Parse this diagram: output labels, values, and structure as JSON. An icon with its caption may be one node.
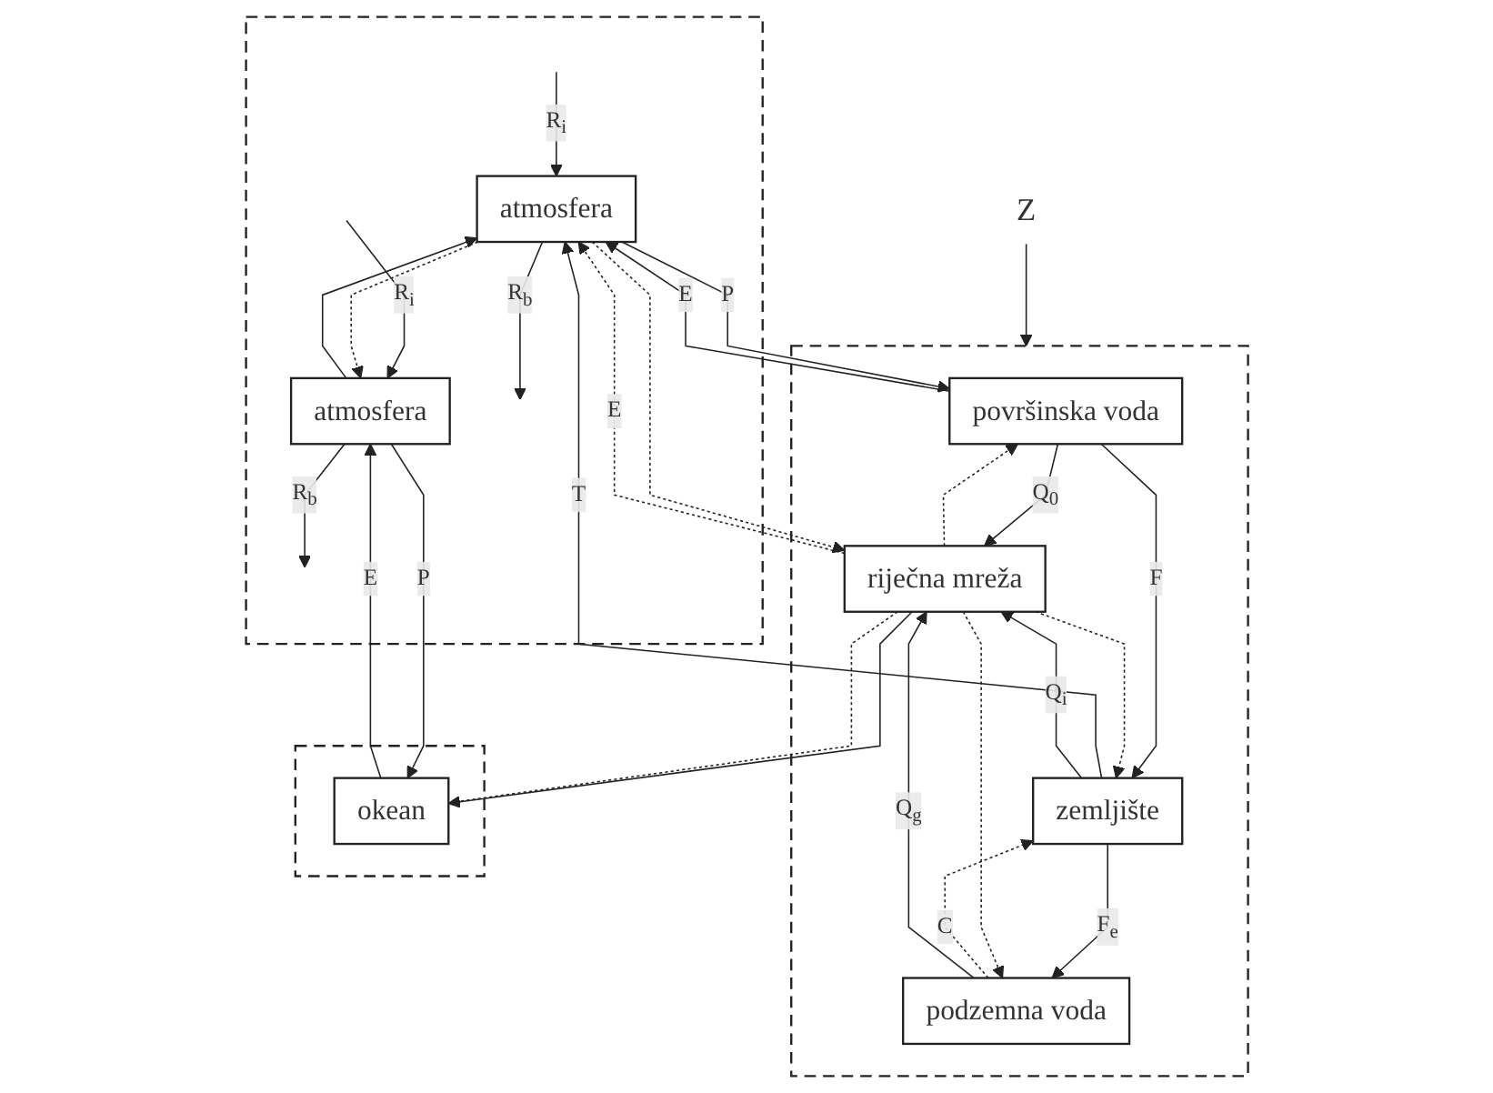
{
  "diagram": {
    "nodes": [
      {
        "text": [],
        "shape": "box"
      },
      {
        "text": [
          "atmosfera"
        ],
        "in": 0
      },
      {
        "text": [
          "atmosfera"
        ],
        "in": 0
      },
      {
        "text": [],
        "shape": "box"
      },
      {
        "text": [
          "površinska voda"
        ],
        "in": 3
      },
      {
        "text": [
          "zemljište"
        ],
        "in": 3
      },
      {
        "text": [
          "podzemna voda"
        ],
        "in": 3
      },
      {
        "text": [
          "riječna mreža"
        ],
        "in": 3
      },
      {
        "text": [],
        "shape": "box"
      },
      {
        "text": [
          "okean"
        ],
        "in": 8
      },
      {
        "text": [
          "Z"
        ]
      }
    ],
    "edges": [
      {
        "from": null,
        "to": 1,
        "arrow": "to",
        "label": "R$_{i}$"
      },
      {
        "from": 1,
        "to": null,
        "arrow": "to",
        "label": "R$_{b}$"
      },
      {
        "from": 2,
        "to": null,
        "arrow": "to",
        "label": "R$_{b}$"
      },
      {
        "from": null,
        "to": 2,
        "arrow": "to",
        "label": "R$_{i}$"
      },
      {
        "from": 2,
        "to": 1,
        "arrow": "to"
      },
      {
        "from": 1,
        "to": 2,
        "arrow": "to",
        "style": "dashed"
      },
      {
        "from": 1,
        "to": 4,
        "arrow": "to",
        "label": "P"
      },
      {
        "from": 4,
        "to": 1,
        "arrow": "to",
        "label": "E"
      },
      {
        "from": 5,
        "to": 1,
        "arrow": "to",
        "label": "T"
      },
      {
        "from": 1,
        "to": 7,
        "arrow": "to",
        "style": "dashed"
      },
      {
        "from": 7,
        "to": 1,
        "arrow": "to",
        "label": "E",
        "style": "dashed"
      },
      {
        "from": 4,
        "to": 7,
        "arrow": "to",
        "label": "Q$_{0}$"
      },
      {
        "from": 7,
        "to": 4,
        "arrow": "to",
        "style": "dashed"
      },
      {
        "from": 4,
        "to": 5,
        "arrow": "to",
        "label": "F"
      },
      {
        "from": 5,
        "to": 7,
        "arrow": "to",
        "label": "Q$_{i}$"
      },
      {
        "from": 7,
        "to": 5,
        "arrow": "to",
        "style": "dashed"
      },
      {
        "from": 5,
        "to": 6,
        "arrow": "to",
        "label": "F$_{e}$"
      },
      {
        "from": 6,
        "to": 5,
        "arrow": "to",
        "label": "C",
        "style": "dashed"
      },
      {
        "from": 6,
        "to": 7,
        "arrow": "to",
        "label": "Q$_{g}$"
      },
      {
        "from": 7,
        "to": 6,
        "arrow": "to",
        "style": "dashed"
      },
      {
        "from": 9,
        "to": 2,
        "arrow": "to",
        "label": "E"
      },
      {
        "from": 2,
        "to": 9,
        "arrow": "to",
        "label": "P"
      },
      {
        "from": 7,
        "to": 9,
        "arrow": "to"
      },
      {
        "from": 7,
        "to": 9,
        "arrow": "none",
        "style": "dashed"
      },
      {
        "from": 10,
        "to": 3,
        "arrow": "to"
      }
    ]
  }
}
